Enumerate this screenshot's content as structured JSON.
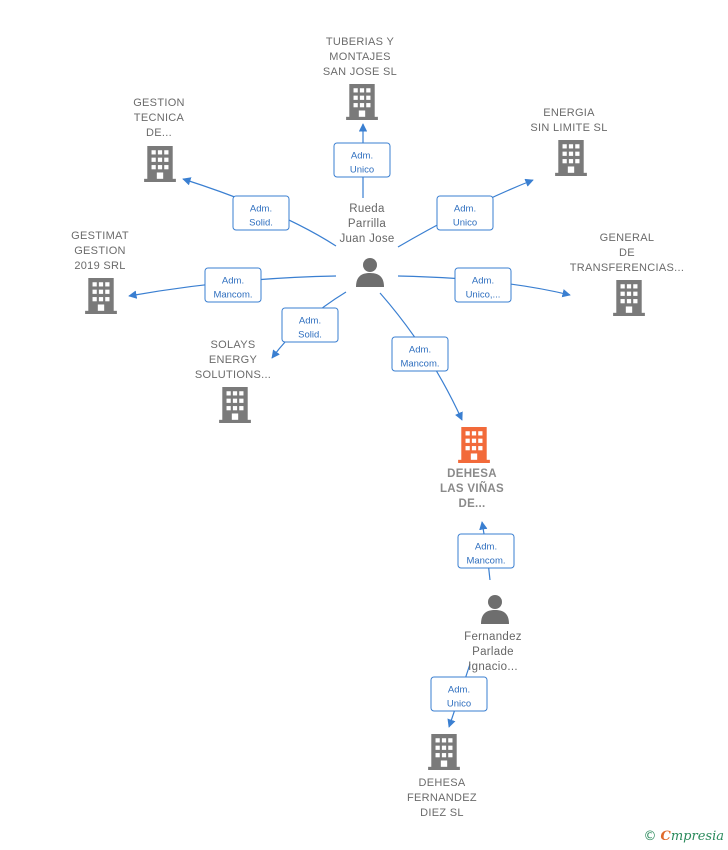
{
  "colors": {
    "edge": "#3a7fd1",
    "company": "#7a7a7a",
    "company_highlight": "#f26a3a",
    "person": "#6e6e6e",
    "brand_green": "#2b8a5c",
    "brand_orange": "#e06a2b"
  },
  "nodes": [
    {
      "id": "tuberias",
      "type": "company",
      "lines": [
        "TUBERIAS Y",
        "MONTAJES",
        "SAN JOSE SL"
      ]
    },
    {
      "id": "gestion_tecnica",
      "type": "company",
      "lines": [
        "GESTION",
        "TECNICA",
        "DE..."
      ]
    },
    {
      "id": "energia",
      "type": "company",
      "lines": [
        "ENERGIA",
        "SIN LIMITE  SL"
      ]
    },
    {
      "id": "gestimat",
      "type": "company",
      "lines": [
        "GESTIMAT",
        "GESTION",
        "2019 SRL"
      ]
    },
    {
      "id": "general",
      "type": "company",
      "lines": [
        "GENERAL",
        "DE",
        "TRANSFERENCIAS..."
      ]
    },
    {
      "id": "solays",
      "type": "company",
      "lines": [
        "SOLAYS",
        "ENERGY",
        "SOLUTIONS..."
      ]
    },
    {
      "id": "dehesa_vinas",
      "type": "company",
      "highlight": true,
      "lines": [
        "DEHESA",
        "LAS VIÑAS",
        "DE..."
      ]
    },
    {
      "id": "dehesa_fernandez",
      "type": "company",
      "lines": [
        "DEHESA",
        "FERNANDEZ",
        "DIEZ  SL"
      ]
    },
    {
      "id": "rueda",
      "type": "person",
      "lines": [
        "Rueda",
        "Parrilla",
        "Juan Jose"
      ]
    },
    {
      "id": "fernandez",
      "type": "person",
      "lines": [
        "Fernandez",
        "Parlade",
        "Ignacio..."
      ]
    }
  ],
  "edges": [
    {
      "from": "rueda",
      "to": "tuberias",
      "label": [
        "Adm.",
        "Unico"
      ]
    },
    {
      "from": "rueda",
      "to": "gestion_tecnica",
      "label": [
        "Adm.",
        "Solid."
      ]
    },
    {
      "from": "rueda",
      "to": "energia",
      "label": [
        "Adm.",
        "Unico"
      ]
    },
    {
      "from": "rueda",
      "to": "gestimat",
      "label": [
        "Adm.",
        "Mancom."
      ]
    },
    {
      "from": "rueda",
      "to": "general",
      "label": [
        "Adm.",
        "Unico,..."
      ]
    },
    {
      "from": "rueda",
      "to": "solays",
      "label": [
        "Adm.",
        "Solid."
      ]
    },
    {
      "from": "rueda",
      "to": "dehesa_vinas",
      "label": [
        "Adm.",
        "Mancom."
      ]
    },
    {
      "from": "fernandez",
      "to": "dehesa_vinas",
      "label": [
        "Adm.",
        "Mancom."
      ]
    },
    {
      "from": "fernandez",
      "to": "dehesa_fernandez",
      "label": [
        "Adm.",
        "Unico"
      ]
    }
  ],
  "footer": {
    "copyright_symbol": "©",
    "brand_initial": "C",
    "brand_rest": "mpresia"
  }
}
